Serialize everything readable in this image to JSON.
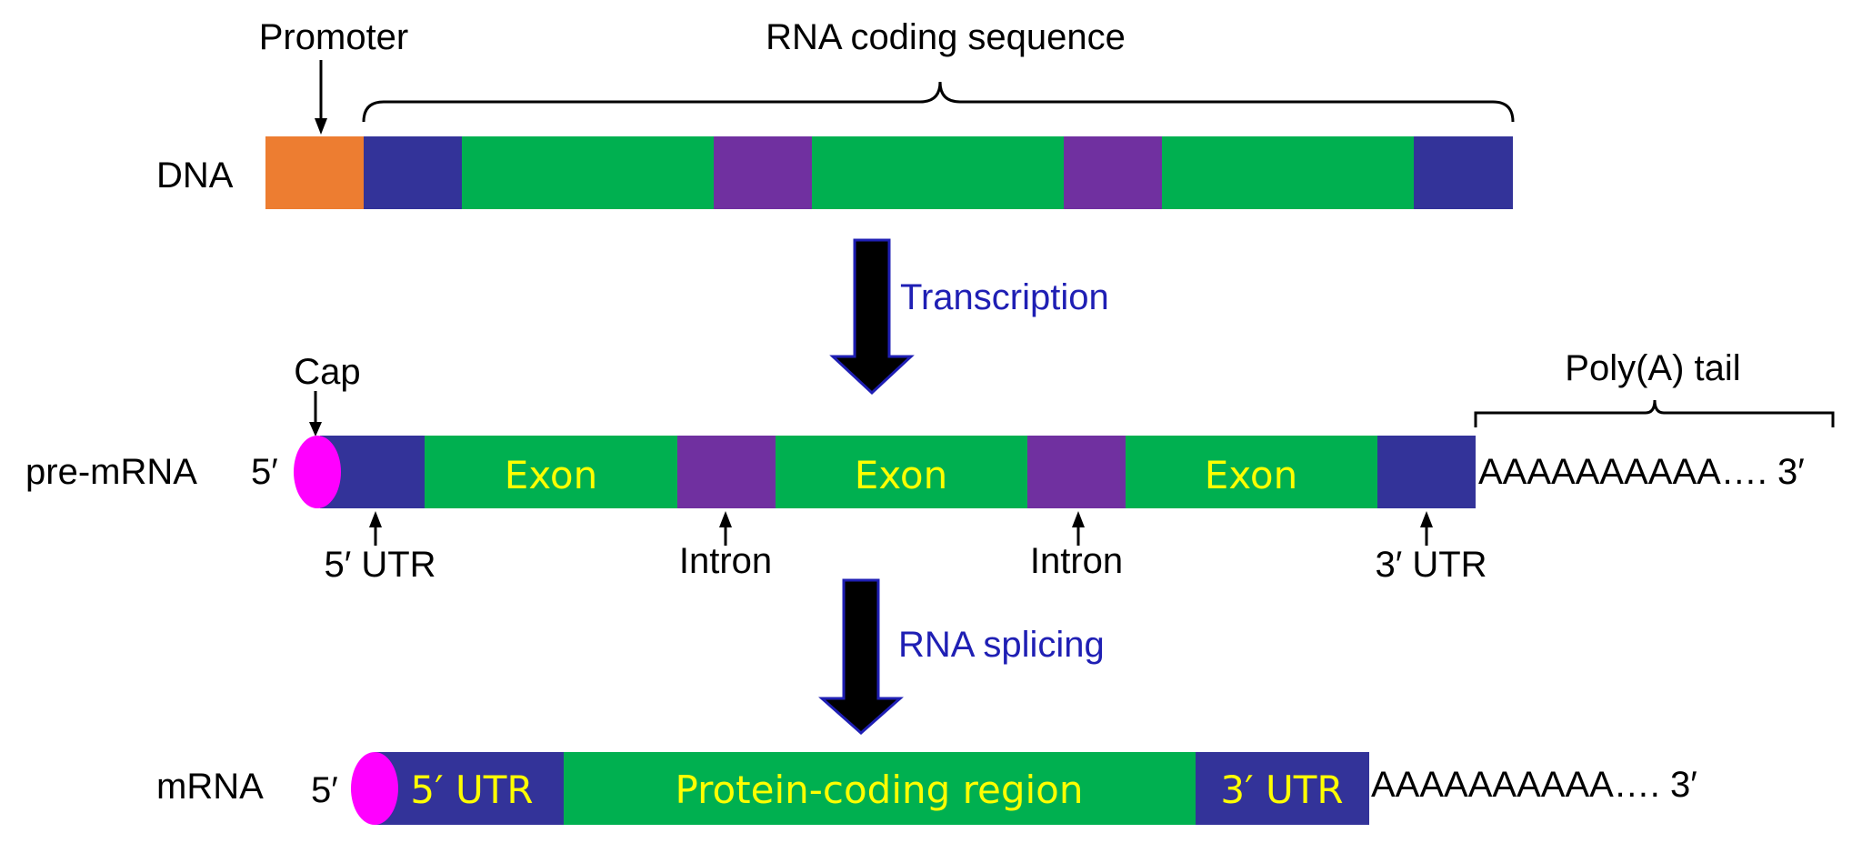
{
  "colors": {
    "promoter": "#ED7D31",
    "utr": "#333399",
    "exon": "#00B050",
    "intron": "#7030A0",
    "cap": "#FF00FF",
    "process_label": "#1F1FB4",
    "region_label": "#FFFF00"
  },
  "labels": {
    "promoter": "Promoter",
    "rna_coding_sequence": "RNA coding sequence",
    "dna": "DNA",
    "transcription": "Transcription",
    "cap": "Cap",
    "poly_a_tail": "Poly(A) tail",
    "pre_mrna": "pre-mRNA",
    "five_prime": "5′",
    "exon": "Exon",
    "tail_seq": "AAAAAAAAAA…. 3′",
    "five_utr": "5′ UTR",
    "intron": "Intron",
    "three_utr": "3′ UTR",
    "rna_splicing": "RNA splicing",
    "mrna": "mRNA",
    "protein_coding_region": "Protein-coding region"
  }
}
